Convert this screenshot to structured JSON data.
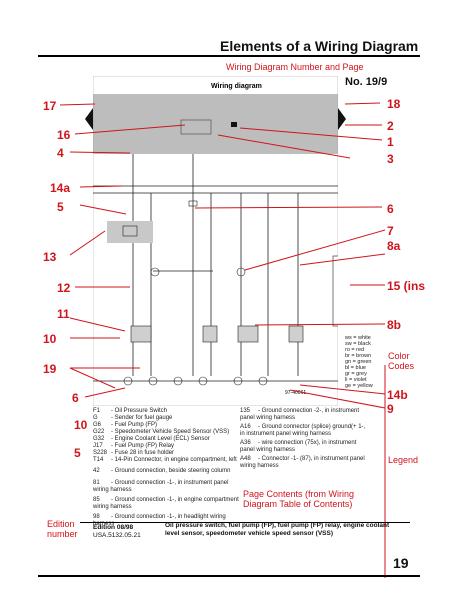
{
  "header": {
    "title": "Elements of a Wiring Diagram"
  },
  "callouts": {
    "wiring_number": "Wiring Diagram Number and Page",
    "page_no": "No. 19/9",
    "color_codes": "Color Codes",
    "legend": "Legend",
    "page_contents": "Page Contents (from Wiring Diagram Table of Contents)",
    "edition": "Edition number"
  },
  "numbers": {
    "n17": "17",
    "n18": "18",
    "n16": "16",
    "n2": "2",
    "n1": "1",
    "n4": "4",
    "n3": "3",
    "n14a": "14a",
    "n5": "5",
    "n6a": "6",
    "n13": "13",
    "n7": "7",
    "n8a": "8a",
    "n15": "15 (ins",
    "n12": "12",
    "n11": "11",
    "n8b": "8b",
    "n10": "10",
    "n19": "19",
    "n14b": "14b",
    "n6b": "6",
    "n9": "9",
    "n10b": "10",
    "n5b": "5"
  },
  "sheet": {
    "heading": "Wiring diagram",
    "ref": "97-40061"
  },
  "legend_left": [
    {
      "code": "F1",
      "text": "Oil Pressure Switch"
    },
    {
      "code": "G",
      "text": "Sender for fuel gauge"
    },
    {
      "code": "G6",
      "text": "Fuel Pump (FP)"
    },
    {
      "code": "G22",
      "text": "Speedometer Vehicle Speed Sensor (VSS)"
    },
    {
      "code": "G32",
      "text": "Engine Coolant Level (ECL) Sensor"
    },
    {
      "code": "J17",
      "text": "Fuel Pump (FP) Relay"
    },
    {
      "code": "S228",
      "text": "Fuse 28 in fuse holder"
    },
    {
      "code": "T14",
      "text": "14-Pin Connector, in engine compartment, left"
    }
  ],
  "legend_grounds": [
    {
      "code": "42",
      "text": "Ground connection, beside steering column"
    },
    {
      "code": "81",
      "text": "Ground connection -1-, in instrument panel wiring harness"
    },
    {
      "code": "85",
      "text": "Ground connection -1-, in engine compartment wiring harness"
    },
    {
      "code": "98",
      "text": "Ground connection -1-, in headlight wiring harness"
    }
  ],
  "legend_right": [
    {
      "code": "135",
      "text": "Ground connection -2-, in instrument panel wiring harness"
    },
    {
      "code": "A16",
      "text": "Ground connector (splice) ground(+ 1-, in instrument panel wiring harness"
    },
    {
      "code": "A36",
      "text": "wire connection (75x), in instrument panel wiring harness"
    },
    {
      "code": "A48",
      "text": "Connector -1- (87), in instrument panel wiring harness"
    }
  ],
  "color_code_list": [
    "ws = white",
    "sw = black",
    "ro = red",
    "br = brown",
    "gn = green",
    "bl = blue",
    "gr = grey",
    "li = violet",
    "ge = yellow"
  ],
  "footer": {
    "edition_label": "Edition",
    "edition_date": "08/98",
    "edition_number": "USA.5132.05.21",
    "contents": "Oil pressure switch, fuel pump (FP), fuel pump (FP) relay, engine coolant level sensor, speedometer vehicle speed sensor (VSS)",
    "page": "19"
  },
  "colors": {
    "accent": "#d0141b"
  }
}
